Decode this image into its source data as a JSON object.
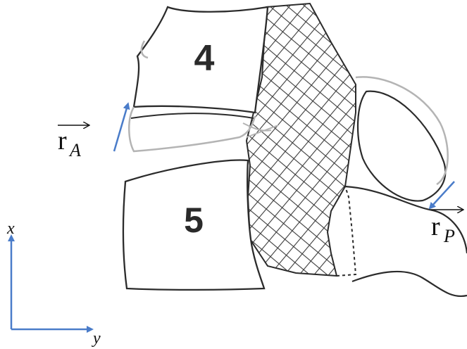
{
  "vertebrae": {
    "upper_label": "4",
    "lower_label": "5"
  },
  "vectors": {
    "anterior": {
      "base": "r",
      "subscript": "A"
    },
    "posterior": {
      "base": "r",
      "subscript": "P"
    }
  },
  "axes": {
    "vertical": "x",
    "horizontal": "y"
  },
  "colors": {
    "outline": "#2b2b2b",
    "hatch": "#3a3a3a",
    "gray_outline": "#b4b4b4",
    "arrow_blue": "#4a7cc9",
    "text": "#111111"
  }
}
